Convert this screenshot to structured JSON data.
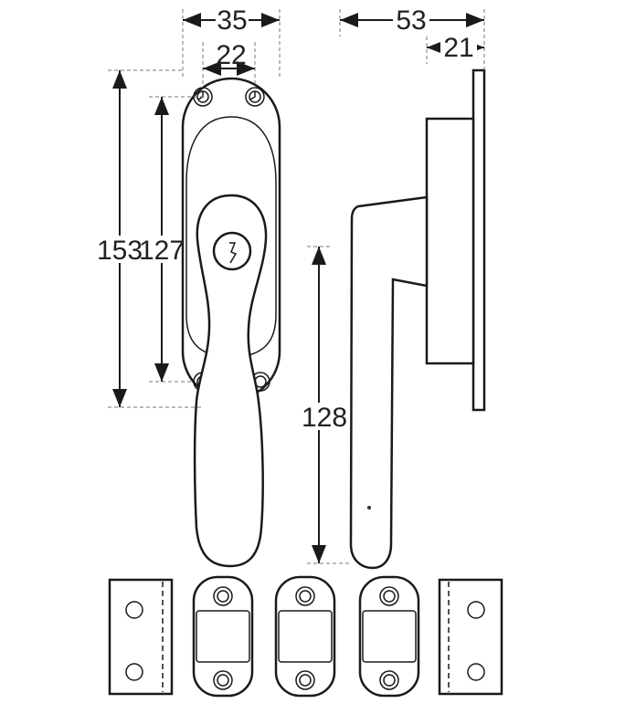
{
  "dimensions": {
    "width_overall": "35",
    "hole_spacing_width": "22",
    "depth_overall": "53",
    "depth_base": "21",
    "height_overall": "153",
    "hole_spacing_height": "127",
    "handle_length": "128"
  },
  "colors": {
    "line": "#1a1a1a",
    "background": "#ffffff"
  }
}
